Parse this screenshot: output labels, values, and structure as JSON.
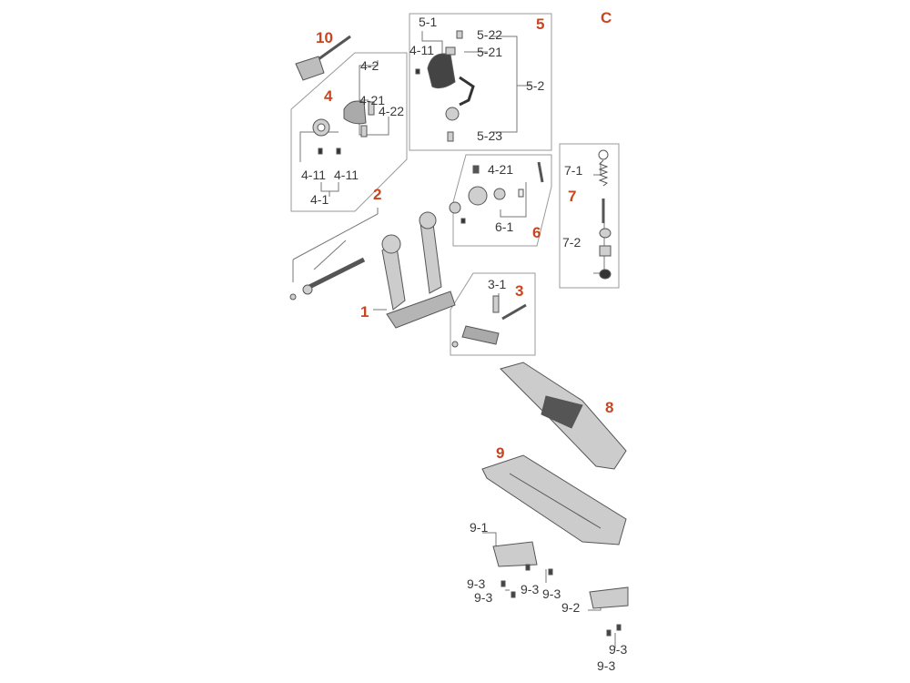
{
  "diagram": {
    "section": "C",
    "accent_color": "#c9451f",
    "groups": [
      "1",
      "2",
      "3",
      "4",
      "5",
      "6",
      "7",
      "8",
      "9",
      "10"
    ],
    "parts": {
      "p4_2": "4-2",
      "p4_21a": "4-21",
      "p4_22": "4-22",
      "p4_11a": "4-11",
      "p4_11b": "4-11",
      "p4_1": "4-1",
      "p5_1": "5-1",
      "p5_22": "5-22",
      "p4_11c": "4-11",
      "p5_21": "5-21",
      "p5_2": "5-2",
      "p5_23": "5-23",
      "p7_1": "7-1",
      "p7_2": "7-2",
      "p4_21b": "4-21",
      "p6_1": "6-1",
      "p3_1": "3-1",
      "p9_1": "9-1",
      "p9_3a": "9-3",
      "p9_3b": "9-3",
      "p9_3c": "9-3",
      "p9_3d": "9-3",
      "p9_2": "9-2",
      "p9_3e": "9-3",
      "p9_3f": "9-3"
    }
  }
}
